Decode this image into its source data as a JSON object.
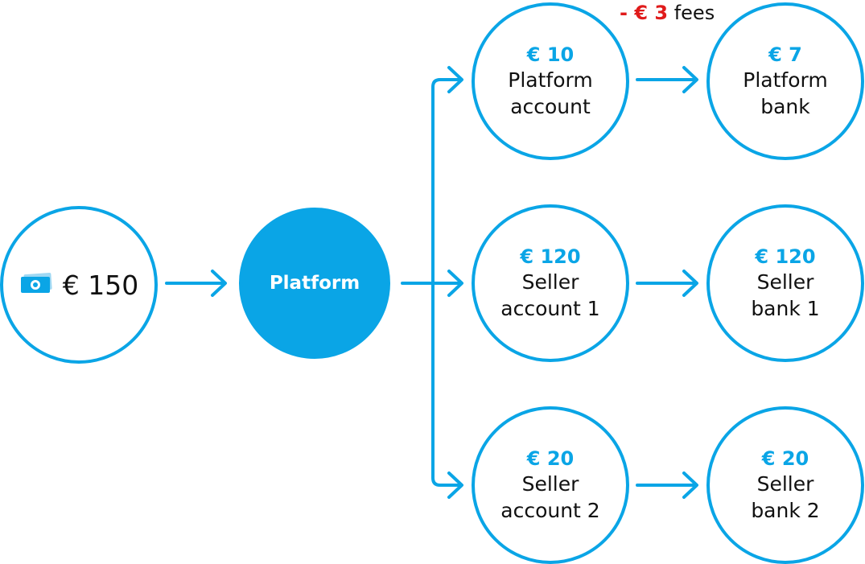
{
  "colors": {
    "accent": "#0aa5e6",
    "fee": "#e01b1b",
    "text": "#111111"
  },
  "payment": {
    "icon": "banknote-icon",
    "amount": "€ 150"
  },
  "platform": {
    "label": "Platform"
  },
  "fees": {
    "amount": "- € 3",
    "label": "fees"
  },
  "accounts": [
    {
      "amount": "€ 10",
      "line1": "Platform",
      "line2": "account"
    },
    {
      "amount": "€ 120",
      "line1": "Seller",
      "line2": "account 1"
    },
    {
      "amount": "€ 20",
      "line1": "Seller",
      "line2": "account 2"
    }
  ],
  "banks": [
    {
      "amount": "€ 7",
      "line1": "Platform",
      "line2": "bank"
    },
    {
      "amount": "€ 120",
      "line1": "Seller",
      "line2": "bank 1"
    },
    {
      "amount": "€ 20",
      "line1": "Seller",
      "line2": "bank 2"
    }
  ]
}
